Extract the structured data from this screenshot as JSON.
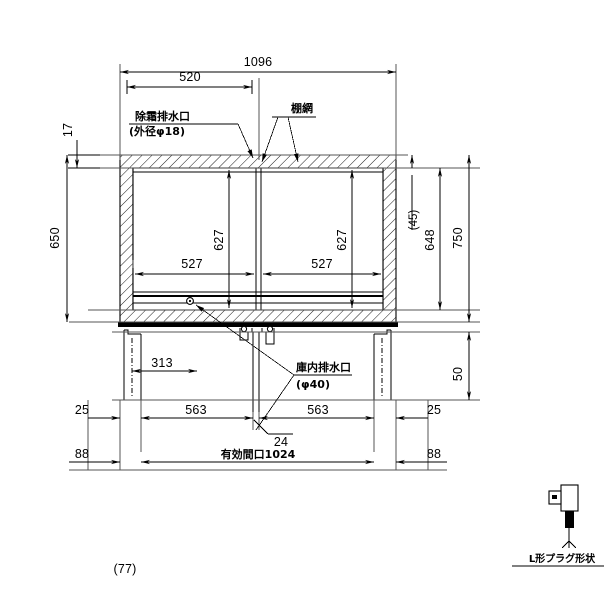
{
  "drawing": {
    "title": "refrigerator-cabinet-front-elevation",
    "type": "technical-line-drawing",
    "units": "mm"
  },
  "dimensions": {
    "overall_width": "1096",
    "left_offset_width": "520",
    "top_wall_thickness": "17",
    "left_height": "650",
    "right_height_total": "750",
    "inner_height": "648",
    "gap_45": "(45)",
    "leg_height": "50",
    "compartment_left_width": "527",
    "compartment_right_width": "527",
    "compartment_left_height": "627",
    "compartment_right_height": "627",
    "leg_inset_313": "313",
    "bottom_25_left": "25",
    "bottom_563_left": "563",
    "center_24": "24",
    "bottom_563_right": "563",
    "bottom_25_right": "25",
    "base_88_left": "88",
    "base_88_right": "88",
    "effective_opening": "有効間口1024",
    "bottom_partial_note": "(77)"
  },
  "annotations": {
    "defrost_drain_label": "除霜排水口",
    "defrost_drain_spec": "(外径φ18)",
    "shelf_net_label": "棚網",
    "interior_drain_label": "庫内排水口",
    "interior_drain_spec": "(φ40)"
  },
  "detail": {
    "plug_caption": "L形プラグ形状"
  },
  "colors": {
    "line": "#000000",
    "gray_line": "#555555",
    "background": "#ffffff"
  }
}
